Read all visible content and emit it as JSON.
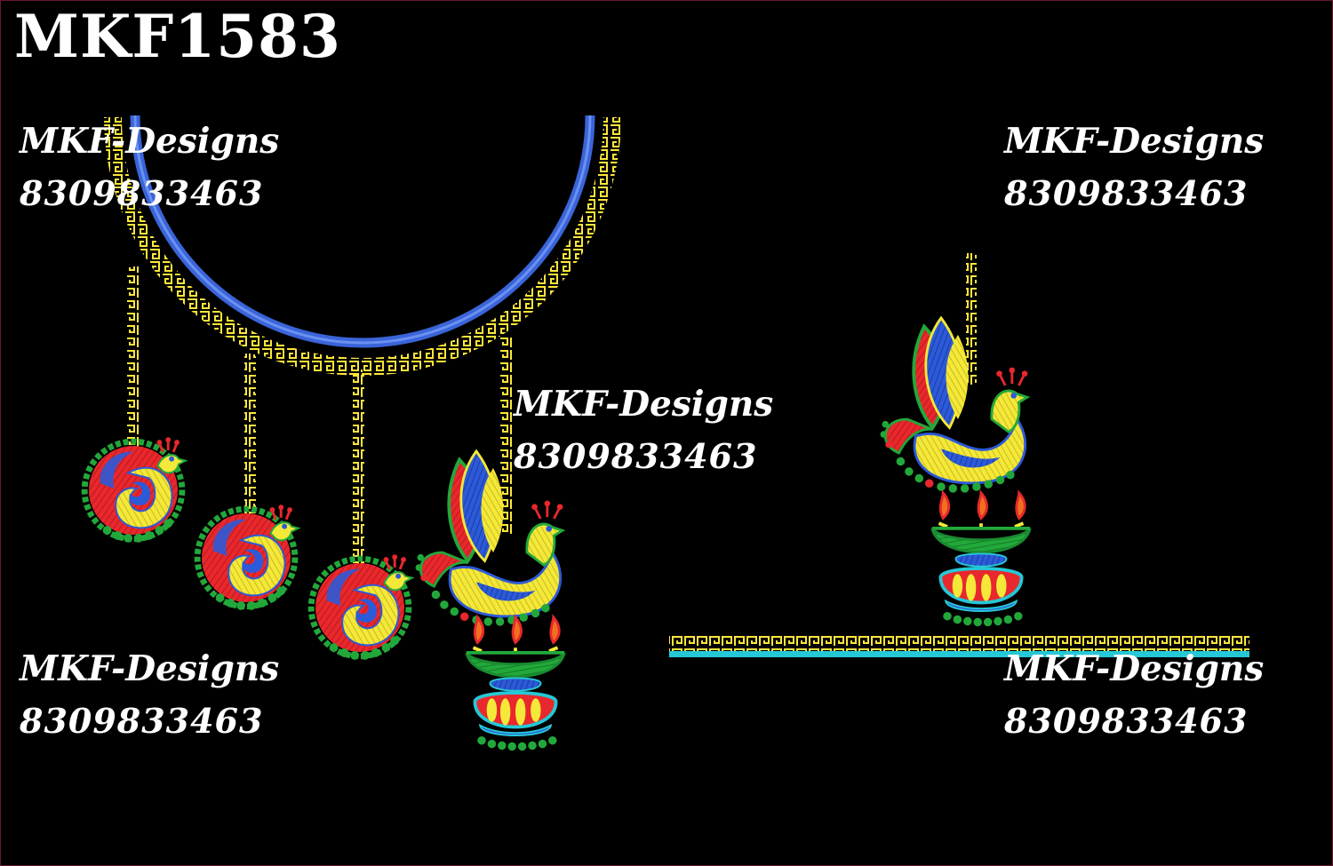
{
  "design_code": "MKF1583",
  "watermarks": [
    {
      "brand": "MKF-Designs",
      "phone": "8309833463"
    },
    {
      "brand": "MKF-Designs",
      "phone": "8309833463"
    },
    {
      "brand": "MKF-Designs",
      "phone": "8309833463"
    },
    {
      "brand": "MKF-Designs",
      "phone": "8309833463"
    },
    {
      "brand": "MKF-Designs",
      "phone": "8309833463"
    }
  ],
  "colors": {
    "background": "#000000",
    "neck_band": "#3a64d8",
    "greek_key": "#ffe63a",
    "peacock_red": "#e8282c",
    "peacock_yellow": "#f4e838",
    "peacock_blue": "#2c5ad8",
    "green": "#22a83a",
    "cyan": "#25c8d6",
    "flame": "#f0701e"
  }
}
